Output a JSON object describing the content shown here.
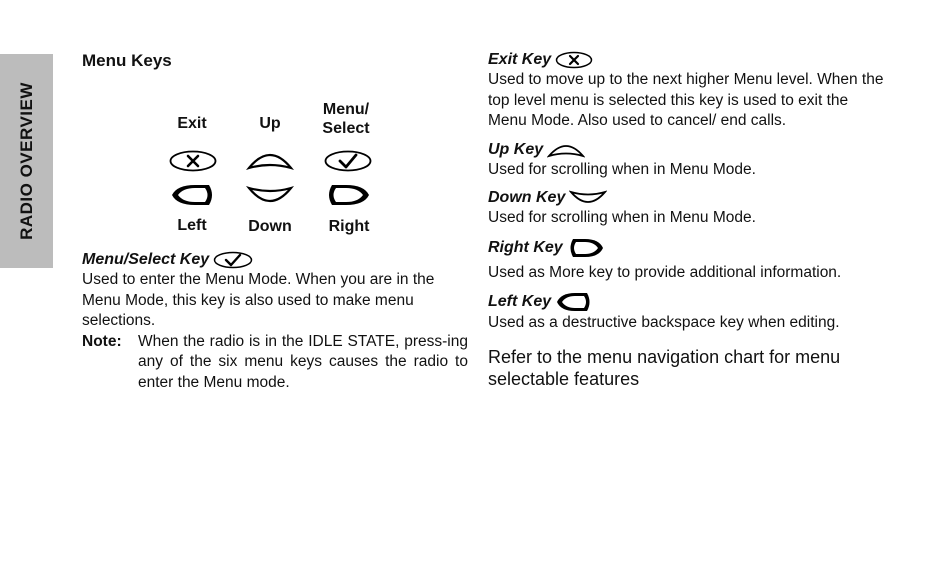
{
  "side_tab": {
    "label": "RADIO OVERVIEW"
  },
  "left": {
    "title": "Menu Keys",
    "keypad": {
      "top_labels": [
        "Exit",
        "Up",
        "Menu/\nSelect"
      ],
      "bottom_labels": [
        "Left",
        "Down",
        "Right"
      ],
      "icons": [
        "exit-x-icon",
        "up-arc-icon",
        "check-icon",
        "left-arrow-icon",
        "down-arc-icon",
        "right-arrow-icon"
      ]
    },
    "menu_select": {
      "heading": "Menu/Select Key",
      "text": "Used to enter the Menu Mode. When you are in the Menu Mode, this key is also used to make menu selections.",
      "note_label": "Note:",
      "note_text": "When the radio is in the IDLE STATE, press-ing any of the six menu keys causes the radio to enter the Menu mode."
    }
  },
  "right": {
    "exit": {
      "heading": "Exit Key",
      "text": "Used to move up to the next higher Menu level. When the top level menu is selected  this key is used to exit the Menu Mode. Also used to cancel/ end calls."
    },
    "up": {
      "heading": "Up Key",
      "text": "Used for scrolling when in Menu Mode."
    },
    "down": {
      "heading": "Down Key",
      "text": "Used for scrolling when in Menu Mode."
    },
    "right_key": {
      "heading": "Right Key",
      "text": "Used as More key to provide additional information."
    },
    "left_key": {
      "heading": "Left Key",
      "text": "Used as a destructive backspace key when editing."
    },
    "refer": "Refer to the menu navigation chart for menu selectable features"
  }
}
